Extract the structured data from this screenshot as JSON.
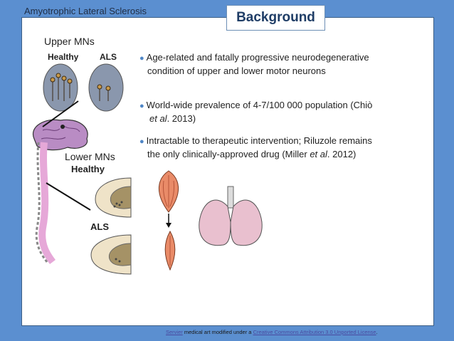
{
  "slide": {
    "header_label": "Amyotrophic Lateral Sclerosis",
    "title": "Background"
  },
  "figure": {
    "upper_title": "Upper MNs",
    "upper_healthy": "Healthy",
    "upper_als": "ALS",
    "lower_title": "Lower MNs",
    "lower_healthy": "Healthy",
    "lower_als": "ALS"
  },
  "bullets": [
    {
      "line1": "Age-related and fatally progressive neurodegenerative",
      "line2": "condition of upper and lower motor neurons"
    },
    {
      "line1": "World-wide prevalence of 4-7/100 000 population (Chiò",
      "line2a": "et al",
      "line2b": ". 2013)"
    },
    {
      "line1": "Intractable to therapeutic intervention; Riluzole remains",
      "line2a": "the only clinically-approved drug (Miller ",
      "line2b": "et al",
      "line2c": ". 2012)"
    }
  ],
  "footer": {
    "link1": "Servier",
    "text1": " medical art modified under a ",
    "link2": "Creative Commons Attribution 3.0 Unported License",
    "text2": "."
  },
  "colors": {
    "accent": "#5b8fd0",
    "title": "#1f3d66",
    "bullet_dot": "#4f86c6",
    "brain": "#b98cc4",
    "spine": "#e6a8d8",
    "muscle": "#e98b68",
    "lung": "#e9c0cf"
  }
}
